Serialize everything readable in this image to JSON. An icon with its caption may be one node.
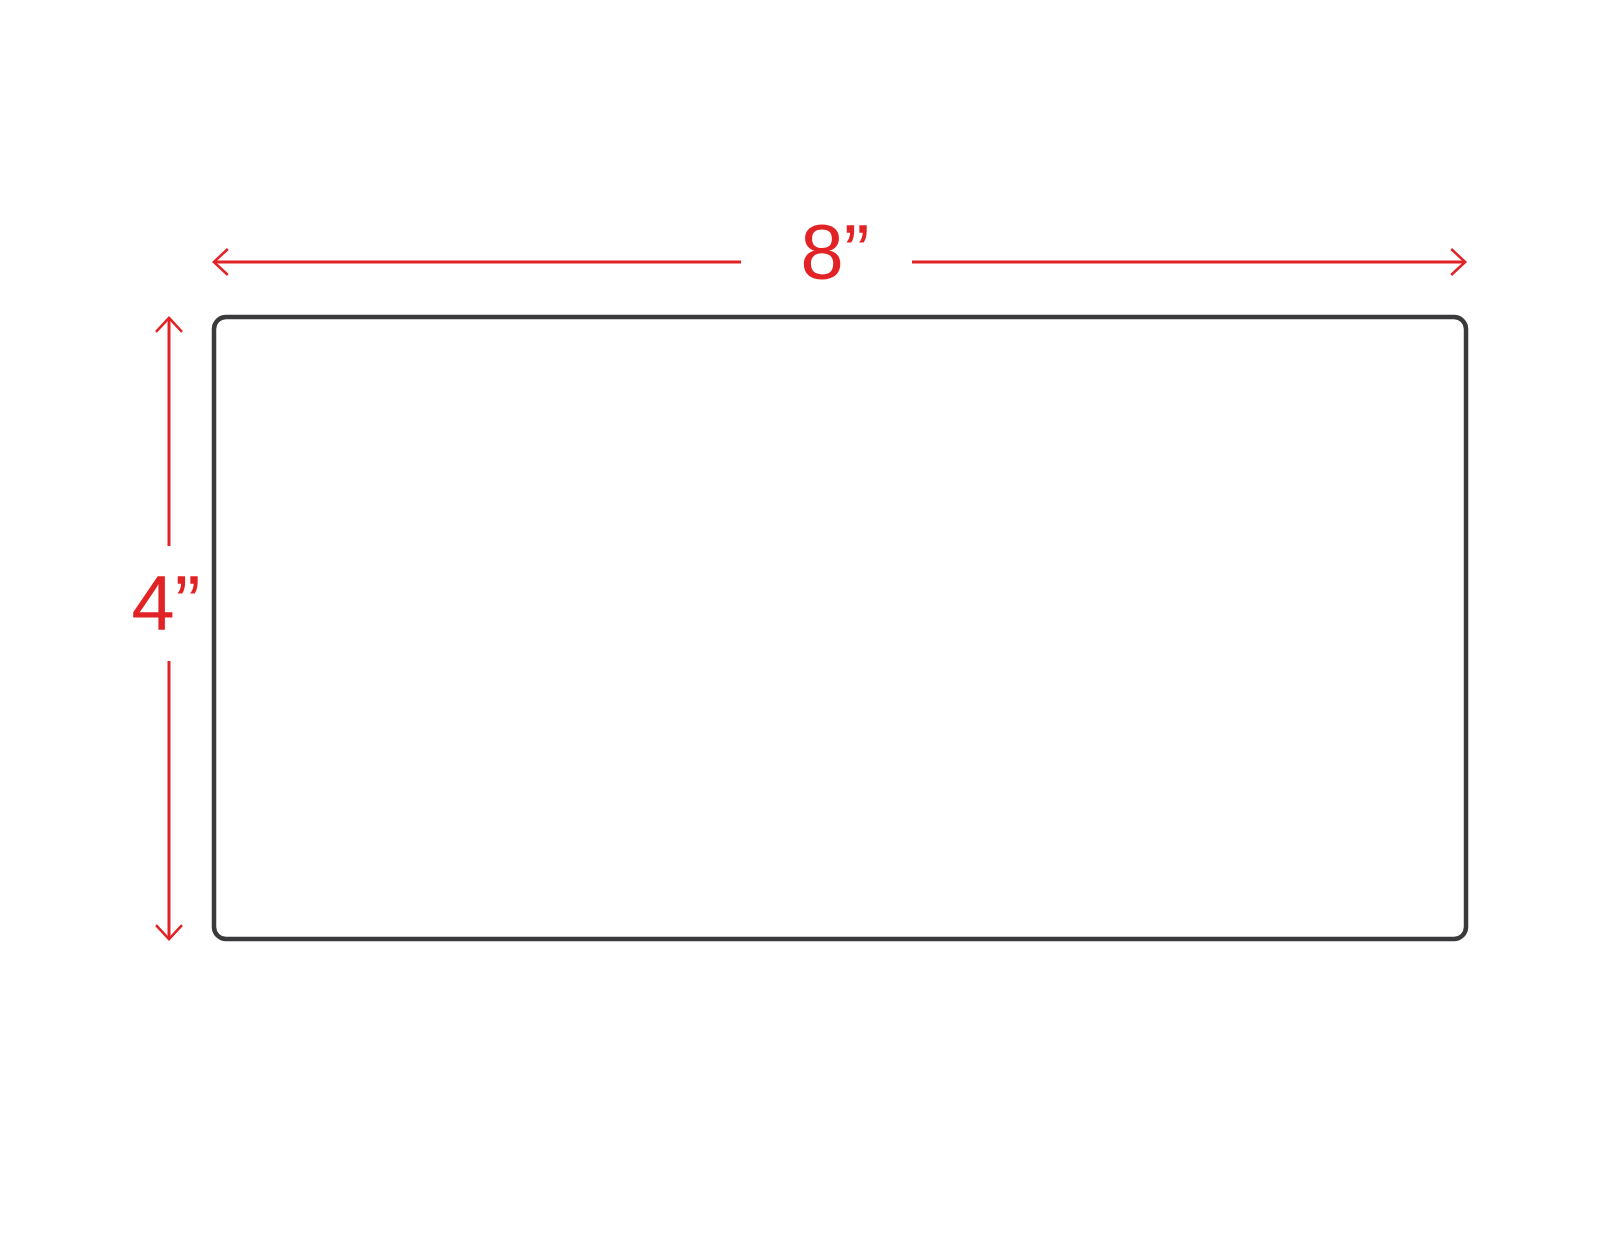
{
  "diagram": {
    "nodes": [
      {
        "text": [],
        "shape": "box"
      }
    ],
    "labels": [
      "8”",
      "4”"
    ]
  }
}
